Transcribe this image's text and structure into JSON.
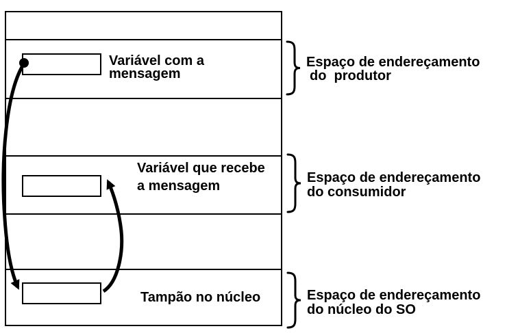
{
  "colors": {
    "ink": "#000000",
    "background": "#ffffff"
  },
  "diagram": {
    "producer": {
      "variable_label": {
        "line1": "Variável com a",
        "line2": "mensagem"
      },
      "space_label": {
        "line1": "Espaço de endereçamento",
        "line2": "do  produtor"
      }
    },
    "consumer": {
      "variable_label": {
        "line1": "Variável que recebe",
        "line2": "a mensagem"
      },
      "space_label": {
        "line1": "Espaço de endereçamento",
        "line2": "do consumidor"
      }
    },
    "kernel": {
      "variable_label": {
        "line1": "Tampão no núcleo"
      },
      "space_label": {
        "line1": "Espaço de endereçamento",
        "line2": "do núcleo do SO"
      }
    }
  }
}
